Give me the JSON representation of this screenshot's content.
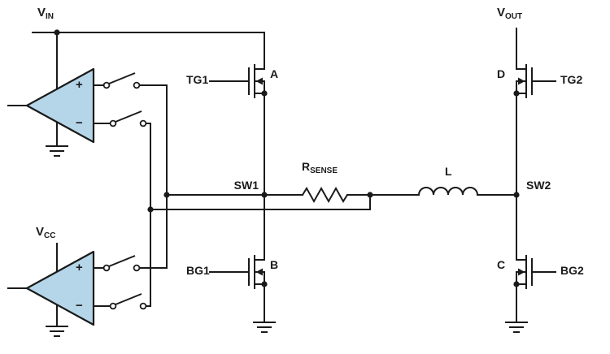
{
  "diagram": {
    "type": "circuit-schematic",
    "colors": {
      "wire": "#1a1a1a",
      "opamp_fill": "#b5d6e8"
    }
  },
  "labels": {
    "vin": {
      "base": "V",
      "sub": "IN"
    },
    "vout": {
      "base": "V",
      "sub": "OUT"
    },
    "vcc": {
      "base": "V",
      "sub": "CC"
    },
    "rsense": {
      "base": "R",
      "sub": "SENSE"
    },
    "inductor": "L",
    "tg1": "TG1",
    "tg2": "TG2",
    "bg1": "BG1",
    "bg2": "BG2",
    "sw1": "SW1",
    "sw2": "SW2",
    "fet_a": "A",
    "fet_b": "B",
    "fet_c": "C",
    "fet_d": "D",
    "opamp": {
      "plus": "+",
      "minus": "−"
    }
  }
}
